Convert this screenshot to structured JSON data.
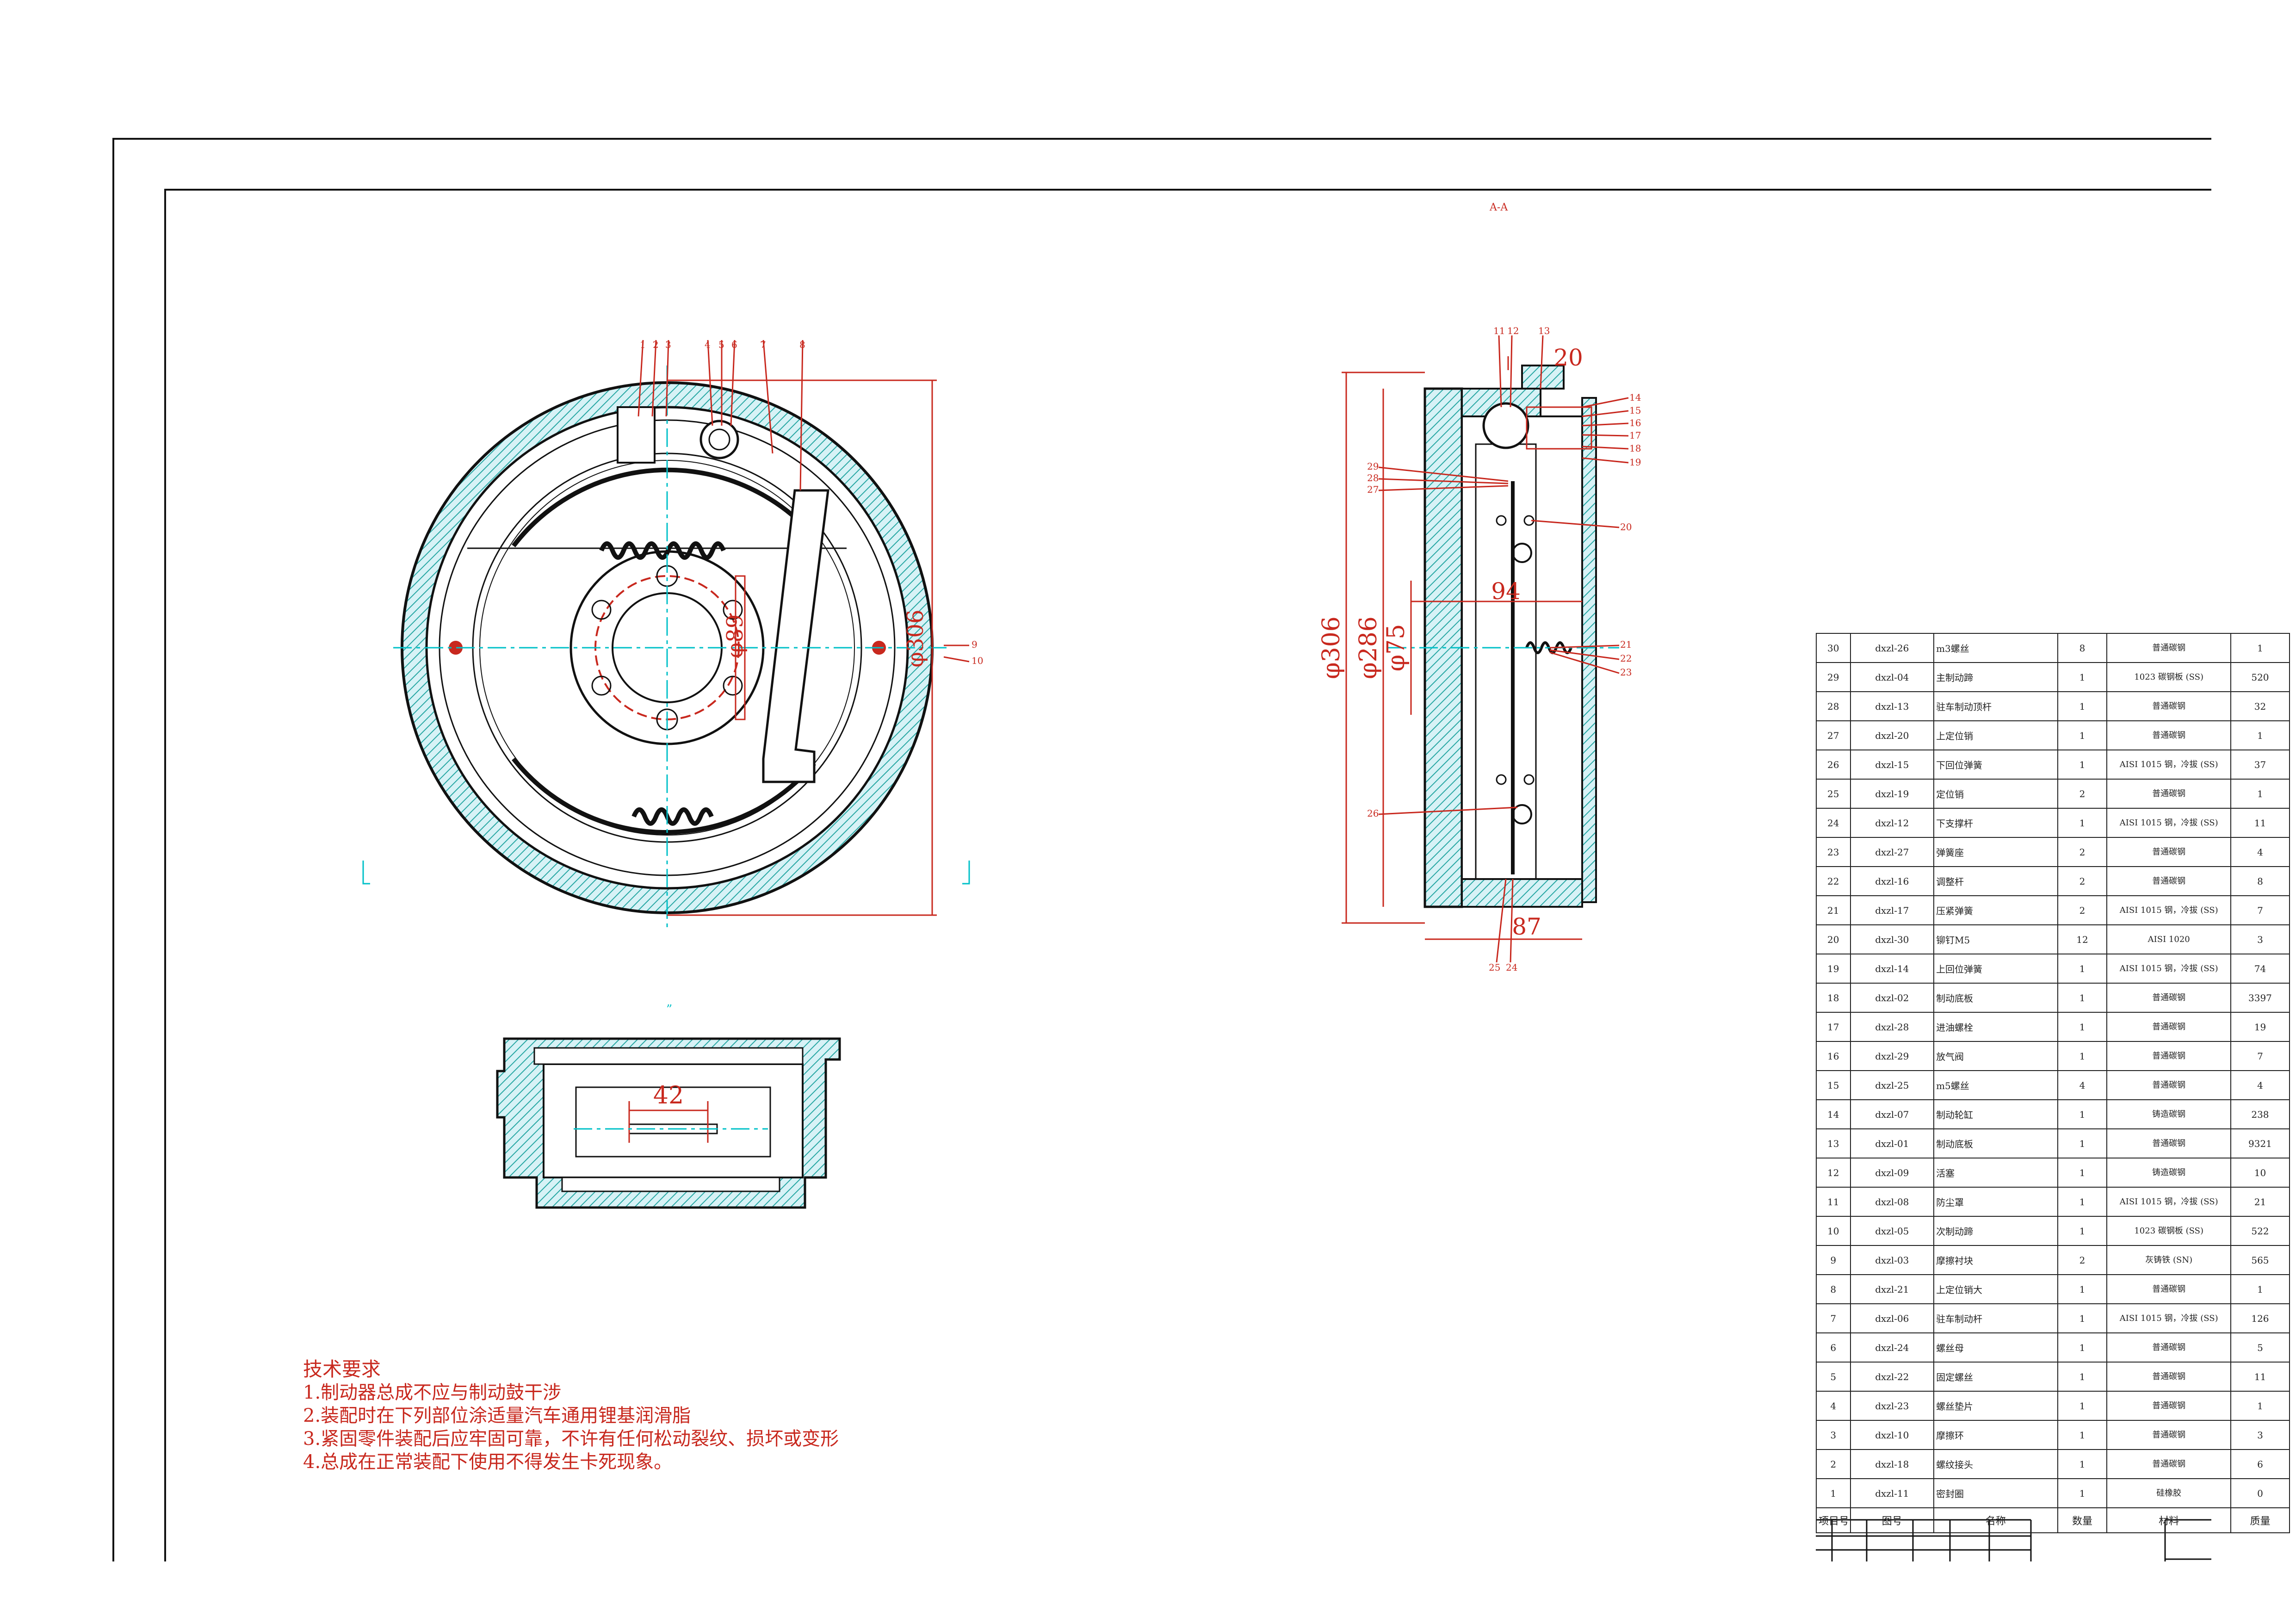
{
  "sheet": {
    "section_label": "A-A",
    "view_mark": "”"
  },
  "front_view": {
    "dim_outer": "φ306",
    "dim_hub": "φ89",
    "callouts_top": [
      "1",
      "2",
      "3",
      "4",
      "5",
      "6",
      "7",
      "8"
    ],
    "callouts_right": [
      "9",
      "10"
    ]
  },
  "side_view": {
    "dim_top": "20",
    "dim_outer": "φ306",
    "dim_mid": "φ286",
    "dim_inner": "φ75",
    "dim_94": "94",
    "dim_87": "87",
    "callouts_top": [
      "11",
      "12",
      "13"
    ],
    "callouts_right_top": [
      "14",
      "15",
      "16",
      "17",
      "18",
      "19"
    ],
    "callout_20": "20",
    "callouts_right_mid": [
      "21",
      "22",
      "23"
    ],
    "callouts_left": [
      "29",
      "28",
      "27"
    ],
    "callout_26": "26",
    "callouts_bottom": [
      "25",
      "24"
    ]
  },
  "bottom_view": {
    "dim_42": "42"
  },
  "tech_requirements": {
    "title": "技术要求",
    "items": [
      "1.制动器总成不应与制动鼓干涉",
      "2.装配时在下列部位涂适量汽车通用锂基润滑脂",
      "3.紧固零件装配后应牢固可靠，不许有任何松动裂纹、损坏或变形",
      "4.总成在正常装配下使用不得发生卡死现象。"
    ]
  },
  "bom": {
    "header": [
      "项目号",
      "图号",
      "名称",
      "数量",
      "材料",
      "质量"
    ],
    "rows": [
      [
        "30",
        "dxzl-26",
        "m3螺丝",
        "8",
        "普通碳钢",
        "1"
      ],
      [
        "29",
        "dxzl-04",
        "主制动蹄",
        "1",
        "1023 碳钢板 (SS)",
        "520"
      ],
      [
        "28",
        "dxzl-13",
        "驻车制动顶杆",
        "1",
        "普通碳钢",
        "32"
      ],
      [
        "27",
        "dxzl-20",
        "上定位销",
        "1",
        "普通碳钢",
        "1"
      ],
      [
        "26",
        "dxzl-15",
        "下回位弹簧",
        "1",
        "AISI 1015 钢，冷拔 (SS)",
        "37"
      ],
      [
        "25",
        "dxzl-19",
        "定位销",
        "2",
        "普通碳钢",
        "1"
      ],
      [
        "24",
        "dxzl-12",
        "下支撑杆",
        "1",
        "AISI 1015 钢，冷拔 (SS)",
        "11"
      ],
      [
        "23",
        "dxzl-27",
        "弹簧座",
        "2",
        "普通碳钢",
        "4"
      ],
      [
        "22",
        "dxzl-16",
        "调整杆",
        "2",
        "普通碳钢",
        "8"
      ],
      [
        "21",
        "dxzl-17",
        "压紧弹簧",
        "2",
        "AISI 1015 钢，冷拔 (SS)",
        "7"
      ],
      [
        "20",
        "dxzl-30",
        "铆钉M5",
        "12",
        "AISI 1020",
        "3"
      ],
      [
        "19",
        "dxzl-14",
        "上回位弹簧",
        "1",
        "AISI 1015 钢，冷拔 (SS)",
        "74"
      ],
      [
        "18",
        "dxzl-02",
        "制动底板",
        "1",
        "普通碳钢",
        "3397"
      ],
      [
        "17",
        "dxzl-28",
        "进油螺栓",
        "1",
        "普通碳钢",
        "19"
      ],
      [
        "16",
        "dxzl-29",
        "放气阀",
        "1",
        "普通碳钢",
        "7"
      ],
      [
        "15",
        "dxzl-25",
        "m5螺丝",
        "4",
        "普通碳钢",
        "4"
      ],
      [
        "14",
        "dxzl-07",
        "制动轮缸",
        "1",
        "铸造碳钢",
        "238"
      ],
      [
        "13",
        "dxzl-01",
        "制动底板",
        "1",
        "普通碳钢",
        "9321"
      ],
      [
        "12",
        "dxzl-09",
        "活塞",
        "1",
        "铸造碳钢",
        "10"
      ],
      [
        "11",
        "dxzl-08",
        "防尘罩",
        "1",
        "AISI 1015 钢，冷拔 (SS)",
        "21"
      ],
      [
        "10",
        "dxzl-05",
        "次制动蹄",
        "1",
        "1023 碳钢板 (SS)",
        "522"
      ],
      [
        "9",
        "dxzl-03",
        "摩擦衬块",
        "2",
        "灰铸铁 (SN)",
        "565"
      ],
      [
        "8",
        "dxzl-21",
        "上定位销大",
        "1",
        "普通碳钢",
        "1"
      ],
      [
        "7",
        "dxzl-06",
        "驻车制动杆",
        "1",
        "AISI 1015 钢，冷拔 (SS)",
        "126"
      ],
      [
        "6",
        "dxzl-24",
        "螺丝母",
        "1",
        "普通碳钢",
        "5"
      ],
      [
        "5",
        "dxzl-22",
        "固定螺丝",
        "1",
        "普通碳钢",
        "11"
      ],
      [
        "4",
        "dxzl-23",
        "螺丝垫片",
        "1",
        "普通碳钢",
        "1"
      ],
      [
        "3",
        "dxzl-10",
        "摩擦环",
        "1",
        "普通碳钢",
        "3"
      ],
      [
        "2",
        "dxzl-18",
        "螺纹接头",
        "1",
        "普通碳钢",
        "6"
      ],
      [
        "1",
        "dxzl-11",
        "密封圈",
        "1",
        "硅橡胶",
        "0"
      ]
    ]
  },
  "colors": {
    "outline": "#111111",
    "dimension": "#c8281e",
    "hatch": "#27a7a3",
    "fill": "#d7f2f6",
    "centerline": "#00c0c8"
  }
}
